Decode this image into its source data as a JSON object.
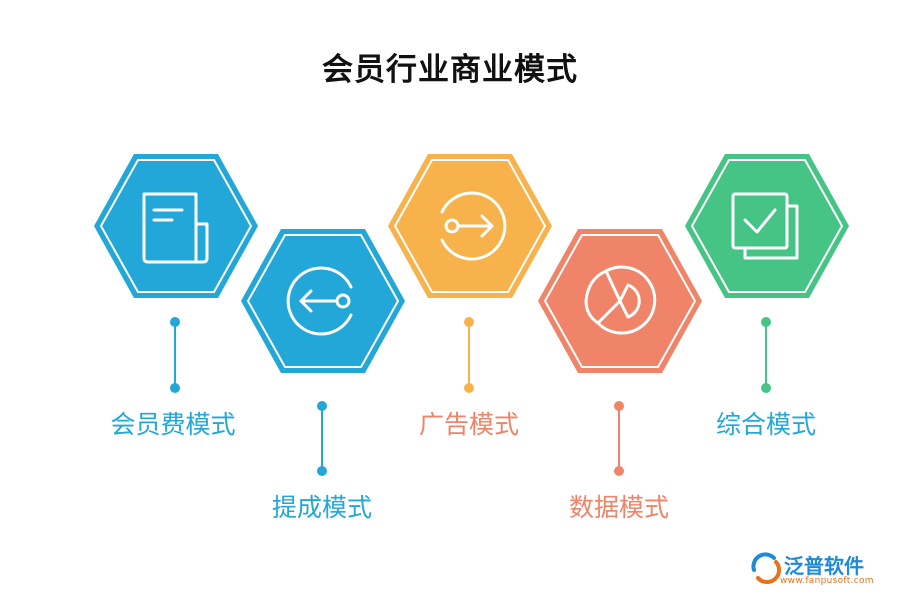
{
  "title": "会员行业商业模式",
  "items": [
    {
      "label": "会员费模式",
      "icon": "document-icon",
      "color": "#22a7d8"
    },
    {
      "label": "提成模式",
      "icon": "circle-arrow-left-icon",
      "color": "#22a7d8"
    },
    {
      "label": "广告模式",
      "icon": "circle-arrow-right-icon",
      "color": "#f7b24b"
    },
    {
      "label": "数据模式",
      "icon": "pie-chart-icon",
      "color": "#ef8468"
    },
    {
      "label": "综合模式",
      "icon": "checkbox-icon",
      "color": "#45c486"
    }
  ],
  "logo": {
    "name": "泛普软件",
    "url": "www.fanpusoft.com",
    "icon": "fanpu-logo-icon"
  }
}
